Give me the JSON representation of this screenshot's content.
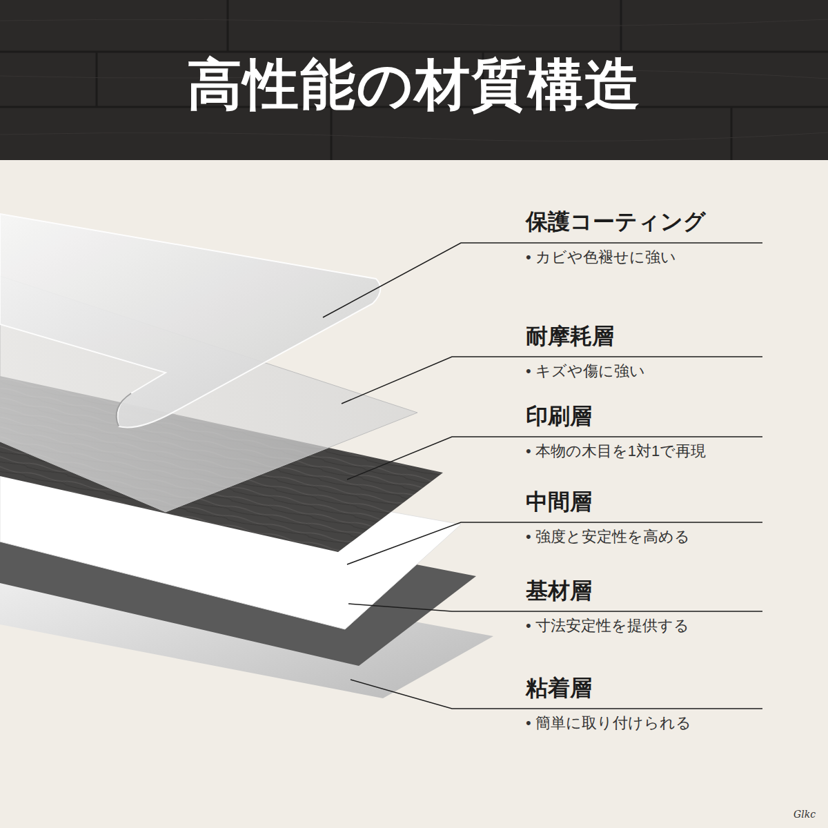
{
  "diagram": {
    "title": "高性能の材質構造",
    "labels": [
      "保護コーティング",
      "• カビや色褪せに強い",
      "耐摩耗層",
      "• キズや傷に強い",
      "印刷層",
      "• 本物の木目を1対1で再現",
      "中間層",
      "• 強度と安定性を高める",
      "基材層",
      "• 寸法安定性を提供する",
      "粘着層",
      "• 簡単に取り付けられる",
      "Glkc"
    ]
  }
}
